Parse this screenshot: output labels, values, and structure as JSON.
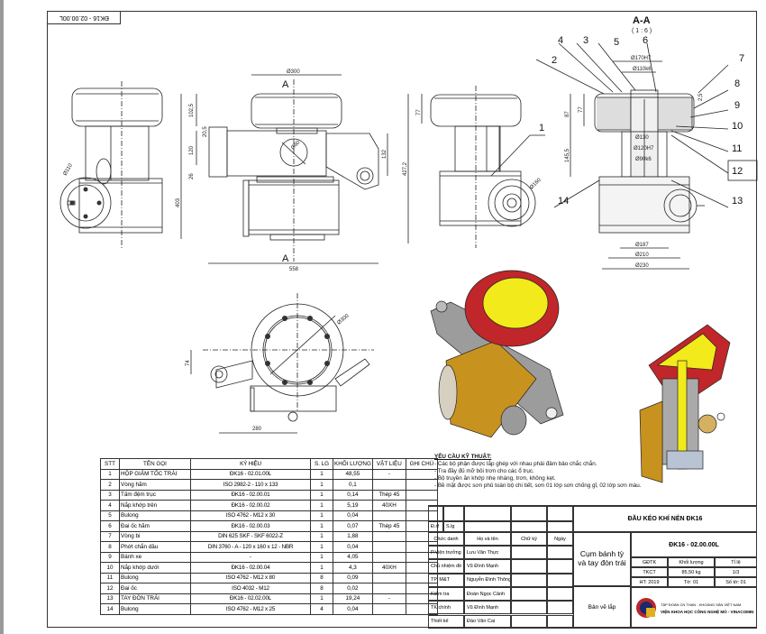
{
  "document": {
    "drawing_code_stamp": "ĐK16 - 02.00.00L",
    "section_view": {
      "title": "A-A",
      "scale": "( 1 : 6 )"
    }
  },
  "views": {
    "left_view": {
      "dims": [
        "Ø110"
      ]
    },
    "front_view": {
      "dims": [
        "Ø300",
        "102,5",
        "20,5",
        "120",
        "26",
        "403",
        "132",
        "558",
        "Ø60"
      ],
      "section_marks": [
        "A",
        "A"
      ]
    },
    "side_view": {
      "dims": [
        "77",
        "427,2",
        "Ø160"
      ],
      "balloon": "1"
    },
    "section_aa": {
      "dims": [
        "Ø170H7",
        "Ø110k6",
        "87",
        "77",
        "2,5",
        "145,5",
        "Ø130",
        "Ø120H7",
        "Ø90k6",
        "Ø187",
        "Ø210",
        "Ø230"
      ],
      "balloons": [
        "2",
        "3",
        "4",
        "5",
        "6",
        "7",
        "8",
        "9",
        "10",
        "11",
        "12",
        "13",
        "14"
      ]
    },
    "top_view": {
      "dims": [
        "Ø300",
        "74",
        "280"
      ]
    }
  },
  "bom": {
    "headers": [
      "STT",
      "TÊN GỌI",
      "KÝ HIỆU",
      "S. LG",
      "KHỐI LƯỢNG",
      "VẬT LIỆU",
      "GHI CHÚ"
    ],
    "rows": [
      [
        "1",
        "HỘP GIẢM TỐC TRÁI",
        "ĐK16 - 02.01.00L",
        "1",
        "48,55",
        "-",
        ""
      ],
      [
        "2",
        "Vòng hãm",
        "ISO 2982-2 - 110 x 133",
        "1",
        "0,1",
        "",
        ""
      ],
      [
        "3",
        "Tấm đệm trục",
        "ĐK16 - 02.00.01",
        "1",
        "0,14",
        "Thép 45",
        ""
      ],
      [
        "4",
        "Nắp khớp trên",
        "ĐK16 - 02.00.02",
        "1",
        "5,19",
        "40XH",
        ""
      ],
      [
        "5",
        "Bulong",
        "ISO 4762 - M12 x 30",
        "1",
        "0,04",
        "",
        ""
      ],
      [
        "6",
        "Đai ốc hãm",
        "ĐK16 - 02.00.03",
        "1",
        "0,07",
        "Thép 45",
        ""
      ],
      [
        "7",
        "Vòng bi",
        "DIN 625 SKF - SKF 6022-Z",
        "1",
        "1,88",
        "",
        ""
      ],
      [
        "8",
        "Phớt chắn dầu",
        "DIN 3760 - A - 120 x 160 x 12 - NBR",
        "1",
        "0,04",
        "",
        ""
      ],
      [
        "9",
        "Bánh xe",
        "-",
        "1",
        "4,05",
        "",
        ""
      ],
      [
        "10",
        "Nắp khớp dưới",
        "ĐK16 - 02.00.04",
        "1",
        "4,3",
        "40XH",
        ""
      ],
      [
        "11",
        "Bulong",
        "ISO 4762 - M12 x 80",
        "8",
        "0,09",
        "",
        ""
      ],
      [
        "12",
        "Đai ốc",
        "ISO 4032 - M12",
        "8",
        "0,02",
        "",
        ""
      ],
      [
        "13",
        "TAY ĐÒN TRÁI",
        "ĐK16 - 02.02.00L",
        "1",
        "19,24",
        "-",
        ""
      ],
      [
        "14",
        "Bulong",
        "ISO 4762 - M12 x 25",
        "4",
        "0,04",
        "",
        ""
      ]
    ]
  },
  "technical_requirements": {
    "title": "YÊU CẦU KỸ THUẬT:",
    "items": [
      "- Các bộ phận được lắp ghép với nhau phải đảm bảo chắc chắn.",
      "- Tra đầy đủ mỡ bôi trơn cho các ổ trục.",
      "- Bộ truyền ăn khớp nhẹ nhàng, trơn, không kẹt.",
      "- Bề mặt được sơn phủ toàn bộ chi tiết, sơn 01 lớp sơn chống gỉ, 02 lớp sơn màu."
    ]
  },
  "title_block": {
    "revision_labels": [
      "Đ.rf",
      "S.lg"
    ],
    "signature_headers": [
      "Chức danh",
      "Họ và tên",
      "Chữ ký",
      "Ngày"
    ],
    "signatures": [
      [
        "P.Viện trưởng",
        "Lưu Văn Thực"
      ],
      [
        "Chủ nhiệm đề tài",
        "Vũ Đình Mạnh"
      ],
      [
        "TP. M&T",
        "Nguyễn Đình Thông"
      ],
      [
        "Kiểm tra",
        "Đoàn Ngọc Cảnh"
      ],
      [
        "TK chính",
        "Vũ Đình Mạnh"
      ],
      [
        "Thiết kế",
        "Đào Văn Cai"
      ]
    ],
    "project_title": "ĐẦU KÉO KHÍ NÉN ĐK16",
    "part_name": "Cụm bánh tỳ và tay đòn trái",
    "drawing_number": "ĐK16 - 02.00.00L",
    "drawing_type": "Bản vẽ lắp",
    "meta_headers": [
      "GĐTK",
      "Khối lượng",
      "Tỉ lệ"
    ],
    "meta_values": [
      "TKCT",
      "85,50 kg",
      "1/3"
    ],
    "meta_row3": [
      "HT: 2019",
      "Tờ: 01",
      "Số tờ: 01"
    ],
    "org_line1": "TẬP ĐOÀN CN THAN - KHOÁNG SẢN VIỆT NAM",
    "org_line2": "VIỆN KHOA HỌC CÔNG NGHỆ MỎ - VINACOMIN"
  },
  "colors": {
    "line": "#222222",
    "wheel_red": "#c0262a",
    "hub_yellow": "#f2ea1a",
    "body_gold": "#c8921e",
    "arm_gray": "#9c9c9c",
    "logo_red": "#b8262a",
    "logo_gold": "#e0b020",
    "logo_navy": "#1a2a6a"
  }
}
